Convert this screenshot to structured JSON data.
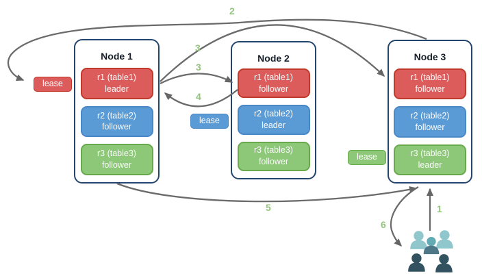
{
  "nodes": [
    {
      "title": "Node 1",
      "ranges": [
        {
          "name": "r1 (table1)",
          "role": "leader"
        },
        {
          "name": "r2 (table2)",
          "role": "follower"
        },
        {
          "name": "r3 (table3)",
          "role": "follower"
        }
      ]
    },
    {
      "title": "Node 2",
      "ranges": [
        {
          "name": "r1 (table1)",
          "role": "follower"
        },
        {
          "name": "r2 (table2)",
          "role": "leader"
        },
        {
          "name": "r3 (table3)",
          "role": "follower"
        }
      ]
    },
    {
      "title": "Node 3",
      "ranges": [
        {
          "name": "r1 (table1)",
          "role": "follower"
        },
        {
          "name": "r2 (table2)",
          "role": "follower"
        },
        {
          "name": "r3 (table3)",
          "role": "leader"
        }
      ]
    }
  ],
  "leases": {
    "red": "lease",
    "blue": "lease",
    "green": "lease"
  },
  "steps": {
    "s1": "1",
    "s2": "2",
    "s3a": "3",
    "s3b": "3",
    "s4": "4",
    "s5": "5",
    "s6": "6"
  },
  "icons": {
    "users_group": "users-icon"
  },
  "colors": {
    "range_red_fill": "#dc5c5c",
    "range_red_border": "#c0392b",
    "range_blue_fill": "#5b9bd5",
    "range_blue_border": "#4a87c7",
    "range_green_fill": "#8dc778",
    "range_green_border": "#68a94b",
    "node_border": "#24456e",
    "arrow_gray": "#6b6b6b",
    "step_green": "#93c47d",
    "users_light_teal": "#8fc7cd",
    "users_mid_teal": "#62aab4",
    "users_mid_body": "#4e7787",
    "users_dark_slate": "#32525f"
  }
}
